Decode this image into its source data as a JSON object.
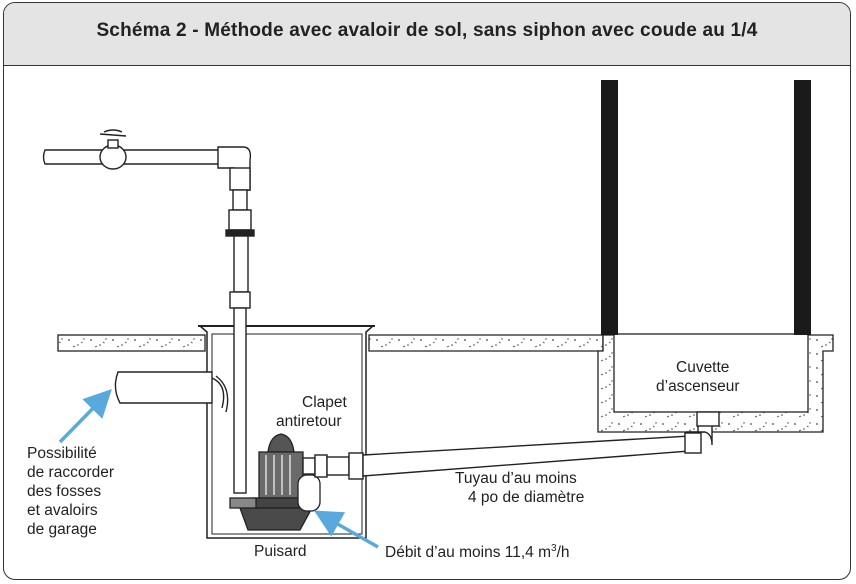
{
  "header": {
    "title": "Schéma 2 - Méthode avec avaloir de sol, sans siphon avec coude au 1/4"
  },
  "labels": {
    "possibilite": [
      "Possibilité",
      "de raccorder",
      "des fosses",
      "et avaloirs",
      "de garage"
    ],
    "clapet": [
      "Clapet",
      "antiretour"
    ],
    "cuvette": [
      "Cuvette",
      "d’ascenseur"
    ],
    "tuyau": [
      "Tuyau d’au moins",
      "4 po de diamètre"
    ],
    "puisard": "Puisard",
    "debit_prefix": "Débit d’au moins 11,4 m",
    "debit_sup": "3",
    "debit_suffix": "/h"
  },
  "colors": {
    "header_bg": "#e4e4e4",
    "arrow": "#5aa9dd",
    "ink": "#222222"
  }
}
